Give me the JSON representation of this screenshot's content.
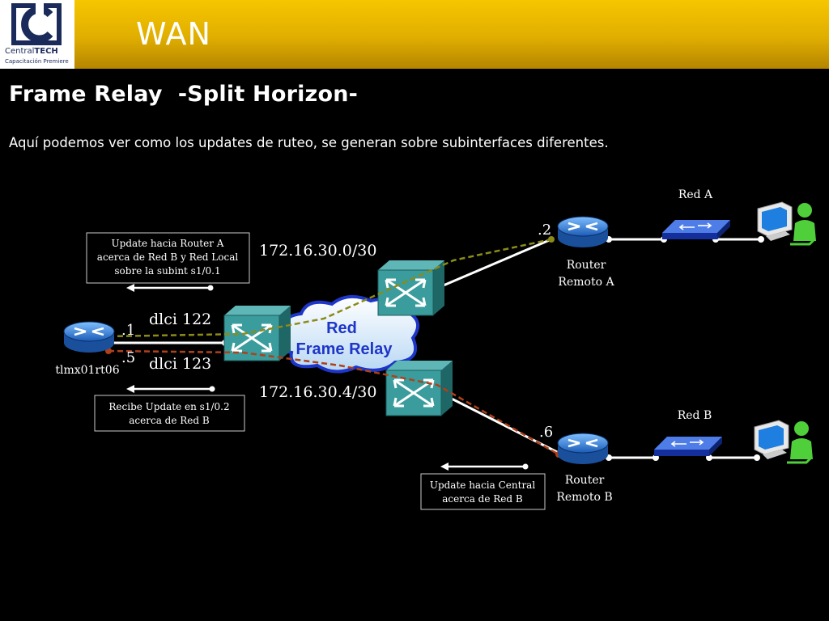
{
  "header": {
    "title": "WAN",
    "logo": {
      "brand": "CentralTECH",
      "brand_part1": "Central",
      "brand_part2": "TECH",
      "tagline": "Capacitación Premiere"
    }
  },
  "slide": {
    "title": "Frame Relay  -Split Horizon-",
    "description": "Aquí podemos ver como los updates de ruteo, se generan sobre subinterfaces diferentes."
  },
  "diagram": {
    "cloud_label_line1": "Red",
    "cloud_label_line2": "Frame Relay",
    "central_router": "tlmx01rt06",
    "router_a": {
      "line1": "Router",
      "line2": "Remoto A"
    },
    "router_b": {
      "line1": "Router",
      "line2": "Remoto B"
    },
    "net_a_label": "Red A",
    "net_b_label": "Red B",
    "subnet_a": "172.16.30.0/30",
    "subnet_b": "172.16.30.4/30",
    "dlci_a": "dlci 122",
    "dlci_b": "dlci 123",
    "ip_central_a": ".1",
    "ip_central_b": ".5",
    "ip_router_a": ".2",
    "ip_router_b": ".6",
    "note_update_a": [
      "Update hacia Router A",
      "acerca de Red B y Red Local",
      "sobre la subint s1/0.1"
    ],
    "note_receive": [
      "Recibe Update en s1/0.2",
      "acerca de Red B"
    ],
    "note_update_central": [
      "Update hacia Central",
      "acerca de Red B"
    ],
    "colors": {
      "pvc_a": "#8b8b1a",
      "pvc_b": "#b0401a",
      "cloud_text": "#1d36c8",
      "header": "#e6b400",
      "switch": "#3a9c9c",
      "router": "#3a86d8"
    }
  }
}
